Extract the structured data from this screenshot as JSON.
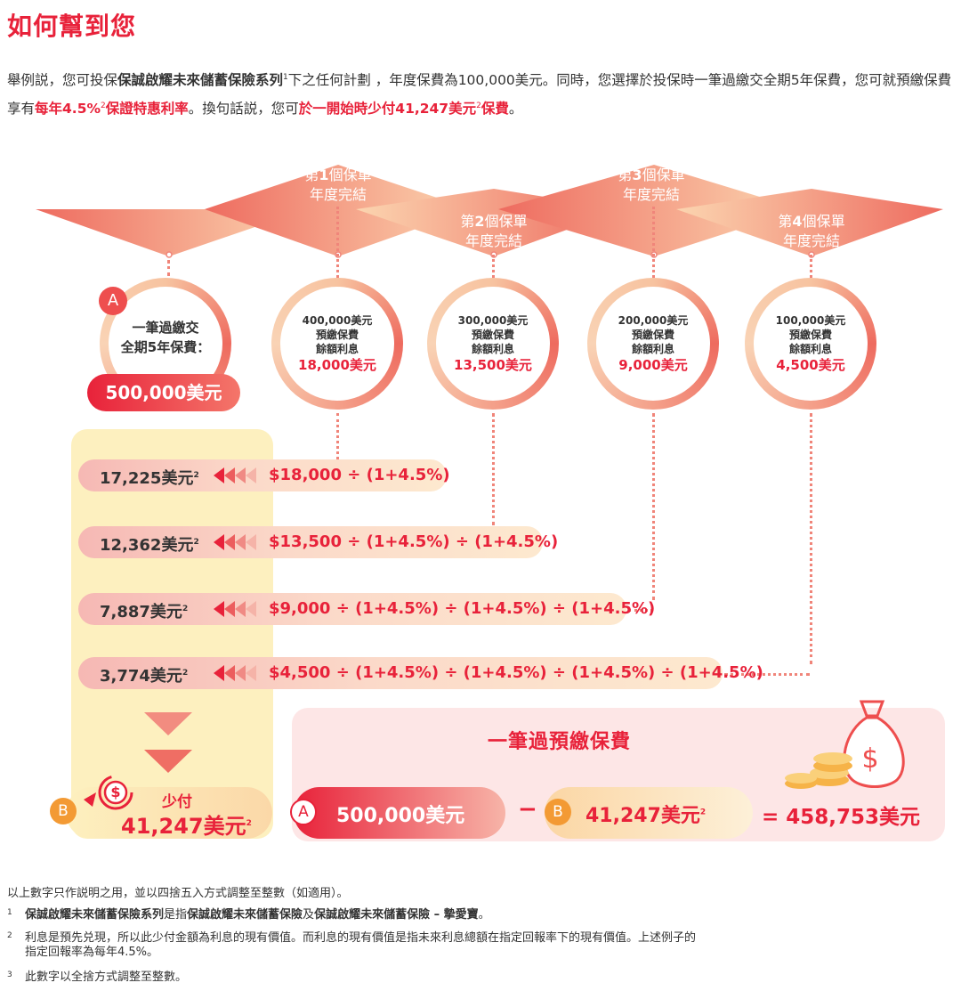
{
  "title": "如何幫到您",
  "intro": {
    "p1": "舉例説，您可投保",
    "p1_bold": "保誠啟耀未來儲蓄保險系列",
    "p1_sup": "1",
    "p2": "下之任何計劃 ，年度保費為100,000美元。同時，您選擇於投保時一筆過繳交全期5年保費，您可就預繳保費享有",
    "p2_red": "每年4.5%",
    "p2_sup": "2",
    "p2_red2": "保證特惠利率",
    "p3": "。換句話説，您可",
    "p3_red": "於一開始時少付41,247美元",
    "p3_sup": "2",
    "p3_red2": "保費",
    "p3_end": "。"
  },
  "banners": [
    {
      "pre": "第",
      "num": "1",
      "post": "個保單",
      "line2": "年度完結"
    },
    {
      "pre": "第",
      "num": "2",
      "post": "個保單",
      "line2": "年度完結"
    },
    {
      "pre": "第",
      "num": "3",
      "post": "個保單",
      "line2": "年度完結"
    },
    {
      "pre": "第",
      "num": "4",
      "post": "個保單",
      "line2": "年度完結"
    }
  ],
  "lump_sum": {
    "badge": "A",
    "line1": "一筆過繳交",
    "line2": "全期5年保費：",
    "amount": "500,000美元"
  },
  "circles": [
    {
      "l1": "400,000美元",
      "l2": "預繳保費",
      "l3": "餘額利息",
      "value": "18,000美元"
    },
    {
      "l1": "300,000美元",
      "l2": "預繳保費",
      "l3": "餘額利息",
      "value": "13,500美元"
    },
    {
      "l1": "200,000美元",
      "l2": "預繳保費",
      "l3": "餘額利息",
      "value": "9,000美元"
    },
    {
      "l1": "100,000美元",
      "l2": "預繳保費",
      "l3": "餘額利息",
      "value": "4,500美元"
    }
  ],
  "rows": [
    {
      "value": "17,225美元",
      "sup": "2",
      "formula": "$18,000 ÷ (1+4.5%)"
    },
    {
      "value": "12,362美元",
      "sup": "2",
      "formula": "$13,500 ÷ (1+4.5%) ÷ (1+4.5%)"
    },
    {
      "value": "7,887美元",
      "sup": "2",
      "formula": "$9,000 ÷ (1+4.5%) ÷ (1+4.5%) ÷ (1+4.5%)"
    },
    {
      "value": "3,774美元",
      "sup": "2",
      "formula": "$4,500 ÷ (1+4.5%) ÷ (1+4.5%) ÷ (1+4.5%) ÷ (1+4.5%)"
    }
  ],
  "saving": {
    "badge": "B",
    "icon_label": "$",
    "label": "少付",
    "amount": "41,247美元",
    "sup": "2"
  },
  "summary": {
    "heading": "一筆過預繳保費",
    "a_badge": "A",
    "a_value": "500,000美元",
    "minus": "−",
    "b_badge": "B",
    "b_value": "41,247美元",
    "b_sup": "2",
    "equals": "= 458,753美元"
  },
  "footnotes": {
    "intro": "以上數字只作説明之用，並以四捨五入方式調整至整數（如適用）。",
    "n1": "1",
    "f1_a": "保誠啟耀未來儲蓄保險系列",
    "f1_b": "是指",
    "f1_c": "保誠啟耀未來儲蓄保險",
    "f1_d": "及",
    "f1_e": "保誠啟耀未來儲蓄保險 – 摯愛寶",
    "f1_f": "。",
    "n2": "2",
    "f2_l1": "利息是預先兑現，所以此少付金額為利息的現有價值。而利息的現有價值是指未來利息總額在指定回報率下的現有價值。上述例子的",
    "f2_l2": "指定回報率為每年4.5%。",
    "n3": "3",
    "f3": "此數字以全捨方式調整至整數。"
  },
  "colors": {
    "accent": "#e8223a",
    "coral": "#f0857a",
    "peach": "#fde9cf",
    "yellow": "#fdf0bf"
  }
}
